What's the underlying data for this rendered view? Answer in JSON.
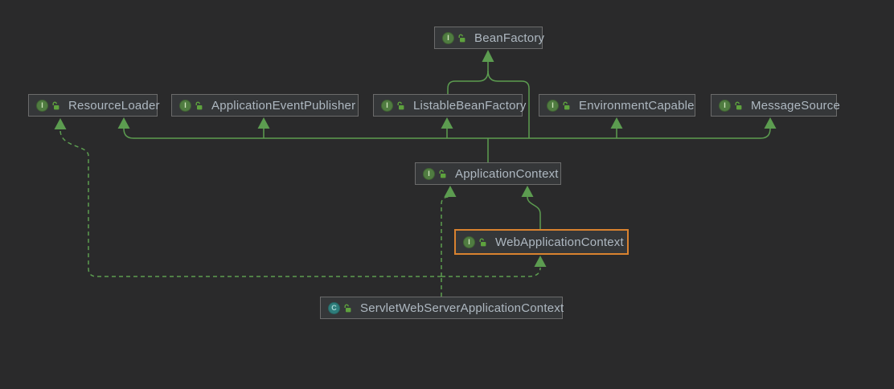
{
  "diagram": {
    "type": "uml-class-diagram",
    "theme": {
      "background": "#2a2a2b",
      "node_fill": "#353739",
      "node_border": "#6b6b6b",
      "selected_node_border": "#d9822f",
      "label_color": "#aeb8c1",
      "edge_color": "#5c9c50",
      "interface_icon_color": "#507c41",
      "class_icon_color": "#2e7d7b",
      "lock_icon_color": "#5ea23e"
    },
    "icon_letters": {
      "interface": "I",
      "class": "C"
    },
    "nodes": {
      "bean_factory": {
        "label": "BeanFactory",
        "kind": "interface"
      },
      "resource_loader": {
        "label": "ResourceLoader",
        "kind": "interface"
      },
      "application_event_publisher": {
        "label": "ApplicationEventPublisher",
        "kind": "interface"
      },
      "listable_bean_factory": {
        "label": "ListableBeanFactory",
        "kind": "interface"
      },
      "environment_capable": {
        "label": "EnvironmentCapable",
        "kind": "interface"
      },
      "message_source": {
        "label": "MessageSource",
        "kind": "interface"
      },
      "application_context": {
        "label": "ApplicationContext",
        "kind": "interface"
      },
      "web_application_context": {
        "label": "WebApplicationContext",
        "kind": "interface",
        "selected": true
      },
      "servlet_web_server_application_context": {
        "label": "ServletWebServerApplicationContext",
        "kind": "class"
      }
    },
    "edges": [
      {
        "from": "listable_bean_factory",
        "to": "bean_factory",
        "type": "extends",
        "line": "solid"
      },
      {
        "from": "application_context",
        "to": "bean_factory",
        "type": "extends",
        "line": "solid"
      },
      {
        "from": "application_context",
        "to": "resource_loader",
        "type": "extends",
        "line": "solid"
      },
      {
        "from": "application_context",
        "to": "application_event_publisher",
        "type": "extends",
        "line": "solid"
      },
      {
        "from": "application_context",
        "to": "listable_bean_factory",
        "type": "extends",
        "line": "solid"
      },
      {
        "from": "application_context",
        "to": "environment_capable",
        "type": "extends",
        "line": "solid"
      },
      {
        "from": "application_context",
        "to": "message_source",
        "type": "extends",
        "line": "solid"
      },
      {
        "from": "web_application_context",
        "to": "application_context",
        "type": "extends",
        "line": "solid"
      },
      {
        "from": "servlet_web_server_application_context",
        "to": "application_context",
        "type": "implements",
        "line": "dashed"
      },
      {
        "from": "servlet_web_server_application_context",
        "to": "resource_loader",
        "type": "implements",
        "line": "dashed"
      },
      {
        "from": "servlet_web_server_application_context",
        "to": "web_application_context",
        "type": "implements",
        "line": "dashed"
      }
    ]
  }
}
